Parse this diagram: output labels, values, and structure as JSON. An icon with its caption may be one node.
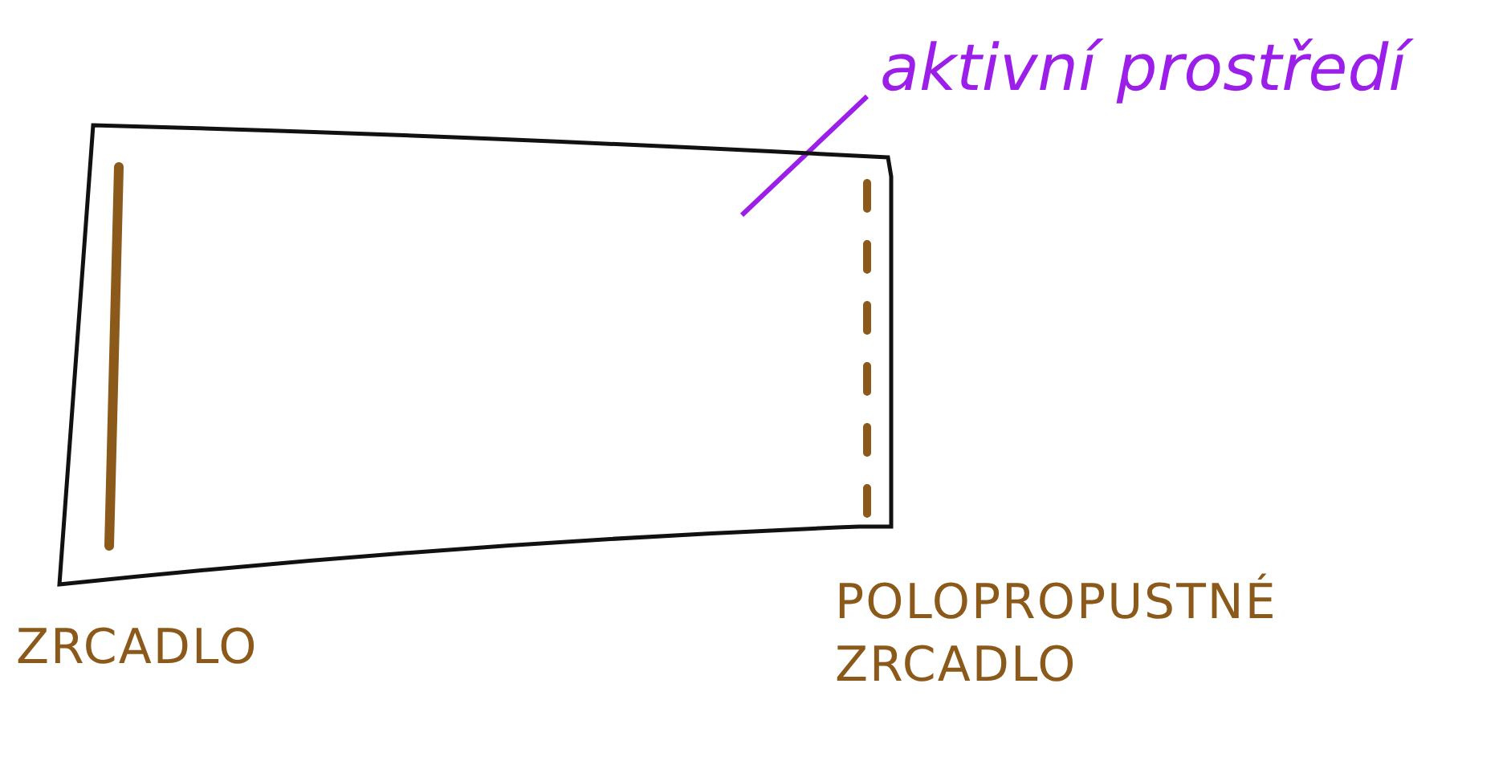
{
  "diagram": {
    "nodes": [
      {
        "text": [],
        "shape": "box"
      },
      {
        "text": [],
        "shape": "bar",
        "in": 0,
        "beside": [
          "ZRCADLO"
        ]
      },
      {
        "text": [],
        "shape": "bar",
        "in": 0,
        "beside": [
          "POLOPROPUSTNÉ ZRCADLO"
        ]
      },
      {
        "text": [
          "aktivní prostředí"
        ]
      }
    ],
    "edges": [
      {
        "from": 3,
        "to": 0,
        "arrow": "none",
        "color": "#9b1fe8"
      }
    ]
  }
}
